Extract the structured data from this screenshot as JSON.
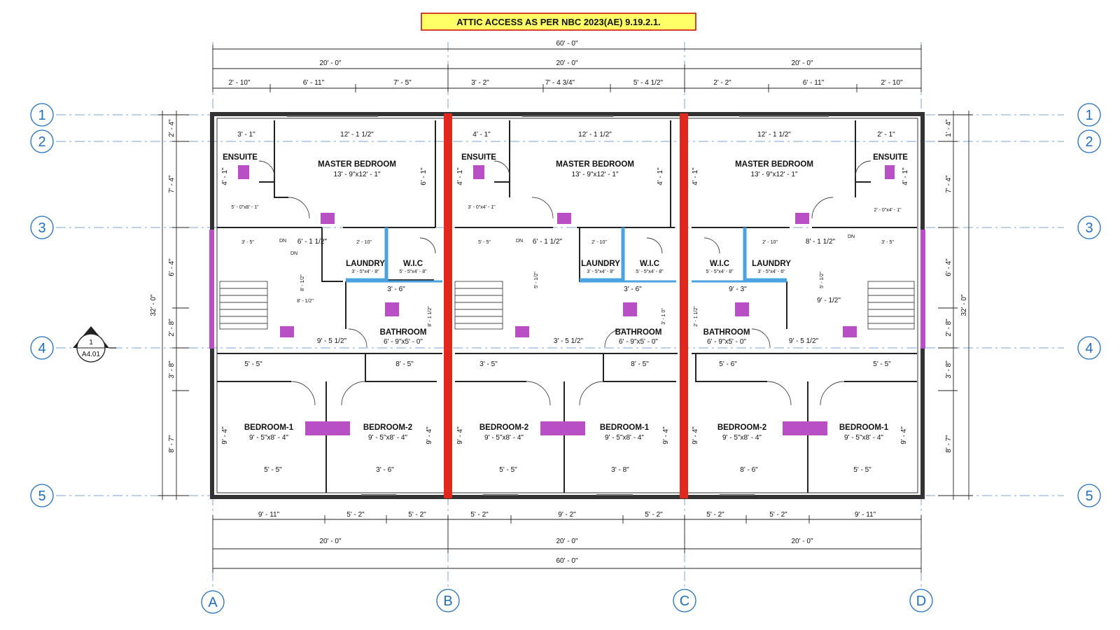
{
  "banner": {
    "text": "ATTIC ACCESS AS PER NBC 2023(AE) 9.19.2.1."
  },
  "colors": {
    "banner_bg": "#ffff66",
    "banner_border": "#cc0000",
    "fire_wall": "#e0291c",
    "grid_blue": "#1f6fbf",
    "attic_hatch": "#b94fc4",
    "laundry_wall": "#4aa3df"
  },
  "grid": {
    "rows": [
      "1",
      "2",
      "3",
      "4",
      "5"
    ],
    "cols": [
      "A",
      "B",
      "C",
      "D"
    ]
  },
  "section_marker": {
    "num": "1",
    "sheet": "A4.01"
  },
  "top_dims": {
    "overall": "60' - 0\"",
    "units": [
      "20' - 0\"",
      "20' - 0\"",
      "20' - 0\""
    ],
    "segments": [
      "2' - 10\"",
      "6' - 11\"",
      "7' - 5\"",
      "3' - 2\"",
      "7' - 4 3/4\"",
      "5' - 4 1/2\"",
      "2' - 2\"",
      "6' - 11\"",
      "2' - 10\""
    ]
  },
  "bottom_dims": {
    "segments": [
      "9' - 11\"",
      "5' - 2\"",
      "5' - 2\"",
      "5' - 2\"",
      "9' - 2\"",
      "5' - 2\"",
      "5' - 2\"",
      "5' - 2\"",
      "9' - 11\""
    ],
    "units": [
      "20' - 0\"",
      "20' - 0\"",
      "20' - 0\""
    ],
    "overall": "60' - 0\""
  },
  "left_dims": {
    "overall": "32' - 0\"",
    "segments": [
      "2' - 4\"",
      "7' - 4\"",
      "6' - 4\"",
      "2' - 8\"",
      "3' - 8\"",
      "8' - 7\""
    ]
  },
  "right_dims": {
    "overall": "32' - 0\"",
    "segments": [
      "1' - 4\"",
      "7' - 4\"",
      "6' - 4\"",
      "2' - 8\"",
      "3' - 8\"",
      "8' - 7\""
    ]
  },
  "rooms": [
    {
      "name": "MASTER BEDROOM",
      "size": "13' - 9\"x12' - 1\""
    },
    {
      "name": "ENSUITE",
      "size": "5' - 0\"x8' - 1\""
    },
    {
      "name": "LAUNDRY",
      "size": "3' - 5\"x4' - 8\""
    },
    {
      "name": "W.I.C",
      "size": "5' - 5\"x4' - 8\""
    },
    {
      "name": "BATHROOM",
      "size": "6' - 9\"x5' - 0\""
    },
    {
      "name": "BEDROOM-1",
      "size": "9' - 5\"x8' - 4\""
    },
    {
      "name": "BEDROOM-2",
      "size": "9' - 5\"x8' - 4\""
    },
    {
      "name": "MASTER BEDROOM",
      "size": "13' - 9\"x12' - 1\""
    },
    {
      "name": "ENSUITE",
      "size": "3' - 0\"x4' - 1\""
    },
    {
      "name": "LAUNDRY",
      "size": "3' - 5\"x4' - 8\""
    },
    {
      "name": "W.I.C",
      "size": "5' - 5\"x4' - 8\""
    },
    {
      "name": "BATHROOM",
      "size": "6' - 9\"x5' - 0\""
    },
    {
      "name": "BEDROOM-2",
      "size": "9' - 5\"x8' - 4\""
    },
    {
      "name": "BEDROOM-1",
      "size": "9' - 5\"x8' - 4\""
    },
    {
      "name": "MASTER BEDROOM",
      "size": "13' - 9\"x12' - 1\""
    },
    {
      "name": "ENSUITE",
      "size": "2' - 0\"x4' - 1\""
    },
    {
      "name": "W.I.C",
      "size": "5' - 5\"x4' - 8\""
    },
    {
      "name": "LAUNDRY",
      "size": "3' - 5\"x4' - 6\""
    },
    {
      "name": "BATHROOM",
      "size": "6' - 9\"x5' - 0\""
    },
    {
      "name": "BEDROOM-2",
      "size": "9' - 5\"x8' - 4\""
    },
    {
      "name": "BEDROOM-1",
      "size": "9' - 5\"x8' - 4\""
    }
  ],
  "interior_dims": [
    "3' - 1\"",
    "12' - 1 1/2\"",
    "4' - 1\"",
    "12' - 1 1/2\"",
    "12' - 1 1/2\"",
    "2' - 1\"",
    "4' - 1\"",
    "6' - 1\"",
    "4' - 1\"",
    "4' - 1\"",
    "4' - 1\"",
    "4' - 1\"",
    "3' - 5\"",
    "6' - 1 1/2\"",
    "2' - 10\"",
    "5' - 5\"",
    "6' - 1 1/2\"",
    "2' - 10\"",
    "2' - 10\"",
    "8' - 1 1/2\"",
    "3' - 5\"",
    "3' - 6\"",
    "3' - 6\"",
    "9' - 3\"",
    "9' - 1/2\"",
    "9' - 5 1/2\"",
    "3' - 5 1/2\"",
    "9' - 5 1/2\"",
    "5' - 5\"",
    "8' - 5\"",
    "3' - 5\"",
    "8' - 5\"",
    "5' - 6\"",
    "5' - 5\"",
    "5' - 5\"",
    "3' - 6\"",
    "5' - 5\"",
    "3' - 8\"",
    "8' - 6\"",
    "5' - 5\"",
    "9' - 4\"",
    "9' - 4\"",
    "9' - 4\"",
    "9' - 4\"",
    "9' - 4\"",
    "9' - 4\"",
    "DN",
    "DN",
    "DN",
    "DN",
    "8' - 1/2\"",
    "5' - 1/2\"",
    "5' - 1/2\"",
    "8' - 1/2\"",
    "8' - 1 1/2\"",
    "3' - 1 0\"",
    "2' - 1 1/2\""
  ]
}
